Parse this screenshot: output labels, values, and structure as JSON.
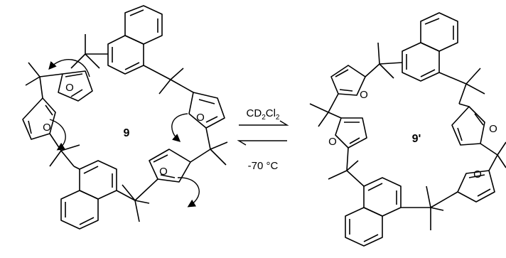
{
  "compounds": {
    "left_label": "9",
    "right_label": "9'"
  },
  "conditions": {
    "solvent_prefix": "CD",
    "solvent_sub1": "2",
    "solvent_mid": "Cl",
    "solvent_sub2": "2",
    "temperature": "-70 °C"
  },
  "atoms": {
    "oxygen": "O"
  },
  "colors": {
    "ink": "#000000",
    "background": "#ffffff"
  }
}
